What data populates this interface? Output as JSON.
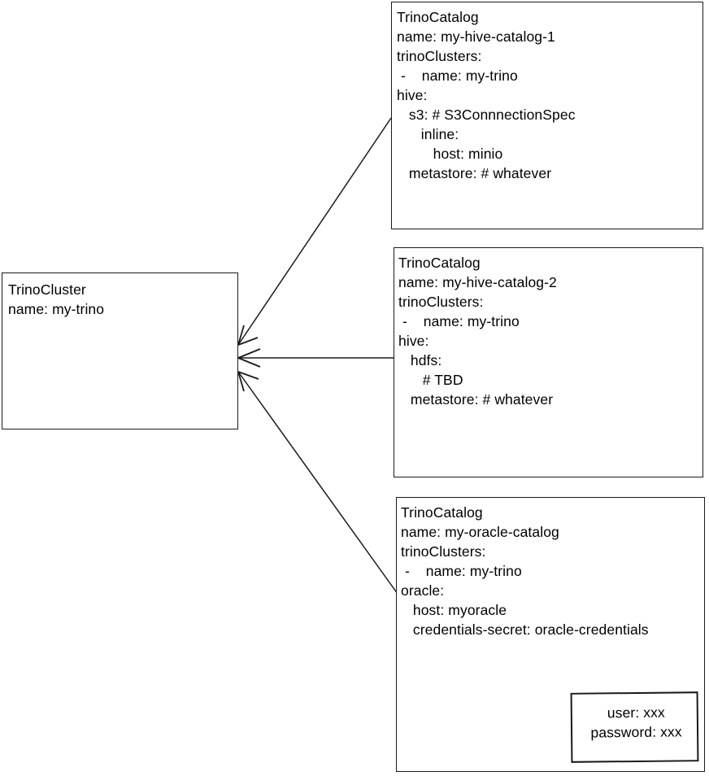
{
  "diagram": {
    "title": "TrinoCluster and TrinoCatalog relationship diagram",
    "type": "box-and-arrow",
    "background_color": "#ffffff",
    "stroke_color": "#1a1a1a",
    "text_color": "#000000"
  },
  "nodes": {
    "cluster": {
      "kind": "TrinoCluster",
      "lines": [
        "TrinoCluster",
        "name: my-trino"
      ],
      "text": "TrinoCluster\nname: my-trino",
      "fields": {
        "name": "my-trino"
      }
    },
    "catalog_1": {
      "kind": "TrinoCatalog",
      "lines": [
        "TrinoCatalog",
        "name: my-hive-catalog-1",
        "trinoClusters:",
        " -    name: my-trino",
        "hive:",
        "   s3: # S3ConnnectionSpec",
        "      inline:",
        "         host: minio",
        "   metastore: # whatever"
      ],
      "text": "TrinoCatalog\nname: my-hive-catalog-1\ntrinoClusters:\n -    name: my-trino\nhive:\n   s3: # S3ConnnectionSpec\n      inline:\n         host: minio\n   metastore: # whatever",
      "fields": {
        "name": "my-hive-catalog-1",
        "trinoClusters": [
          "my-trino"
        ],
        "hive": {
          "s3_comment": "# S3ConnnectionSpec",
          "inline_host": "minio",
          "metastore_comment": "# whatever"
        }
      }
    },
    "catalog_2": {
      "kind": "TrinoCatalog",
      "lines": [
        "TrinoCatalog",
        "name: my-hive-catalog-2",
        "trinoClusters:",
        " -    name: my-trino",
        "hive:",
        "   hdfs:",
        "      # TBD",
        "   metastore: # whatever"
      ],
      "text": "TrinoCatalog\nname: my-hive-catalog-2\ntrinoClusters:\n -    name: my-trino\nhive:\n   hdfs:\n      # TBD\n   metastore: # whatever",
      "fields": {
        "name": "my-hive-catalog-2",
        "trinoClusters": [
          "my-trino"
        ],
        "hive": {
          "hdfs_comment": "# TBD",
          "metastore_comment": "# whatever"
        }
      }
    },
    "catalog_3": {
      "kind": "TrinoCatalog",
      "lines": [
        "TrinoCatalog",
        "name: my-oracle-catalog",
        "trinoClusters:",
        " -    name: my-trino",
        "oracle:",
        "   host: myoracle",
        "   credentials-secret: oracle-credentials"
      ],
      "text": "TrinoCatalog\nname: my-oracle-catalog\ntrinoClusters:\n -    name: my-trino\noracle:\n   host: myoracle\n   credentials-secret: oracle-credentials",
      "fields": {
        "name": "my-oracle-catalog",
        "trinoClusters": [
          "my-trino"
        ],
        "oracle": {
          "host": "myoracle",
          "credentials-secret": "oracle-credentials"
        }
      }
    },
    "secret": {
      "kind": "Secret",
      "lines": [
        "user: xxx",
        "password: xxx"
      ],
      "text": "user: xxx\npassword: xxx",
      "fields": {
        "user": "xxx",
        "password": "xxx"
      }
    }
  },
  "edges": [
    {
      "id": "catalog-1-to-cluster",
      "from": "catalog_1",
      "to": "cluster",
      "label": "",
      "arrowhead": "open-v",
      "style": "straight"
    },
    {
      "id": "catalog-2-to-cluster",
      "from": "catalog_2",
      "to": "cluster",
      "label": "",
      "arrowhead": "open-v",
      "style": "straight"
    },
    {
      "id": "catalog-3-to-cluster",
      "from": "catalog_3",
      "to": "cluster",
      "label": "",
      "arrowhead": "open-v",
      "style": "straight"
    },
    {
      "id": "credentials-secret-to-secret",
      "from": "catalog_3",
      "to": "secret",
      "label": "",
      "arrowhead": "open-v",
      "style": "straight"
    }
  ]
}
